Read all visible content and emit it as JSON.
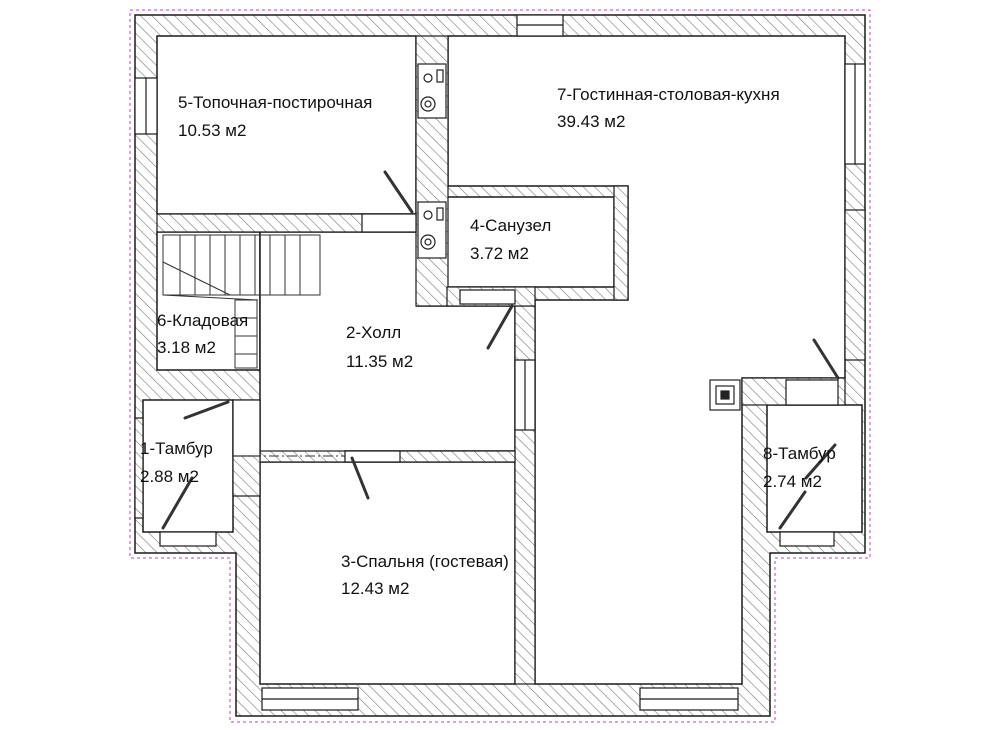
{
  "colors": {
    "wall_fill": "#ffffff",
    "wall_hatch": "#7a7a7a",
    "wall_line": "#1a1a1a",
    "room_fill": "#ffffff",
    "outline_dash": "#c040c0",
    "door_line": "#333333"
  },
  "rooms": [
    {
      "id": "r1",
      "name": "1-Тамбур",
      "area": "2.88 м2"
    },
    {
      "id": "r2",
      "name": "2-Холл",
      "area": "11.35 м2"
    },
    {
      "id": "r3",
      "name": "3-Спальня (гостевая)",
      "area": "12.43 м2"
    },
    {
      "id": "r4",
      "name": "4-Санузел",
      "area": "3.72 м2"
    },
    {
      "id": "r5",
      "name": "5-Топочная-постирочная",
      "area": "10.53 м2"
    },
    {
      "id": "r6",
      "name": "6-Кладовая",
      "area": "3.18 м2"
    },
    {
      "id": "r7",
      "name": "7-Гостинная-столовая-кухня",
      "area": "39.43 м2"
    },
    {
      "id": "r8",
      "name": "8-Тамбур",
      "area": "2.74 м2"
    }
  ]
}
